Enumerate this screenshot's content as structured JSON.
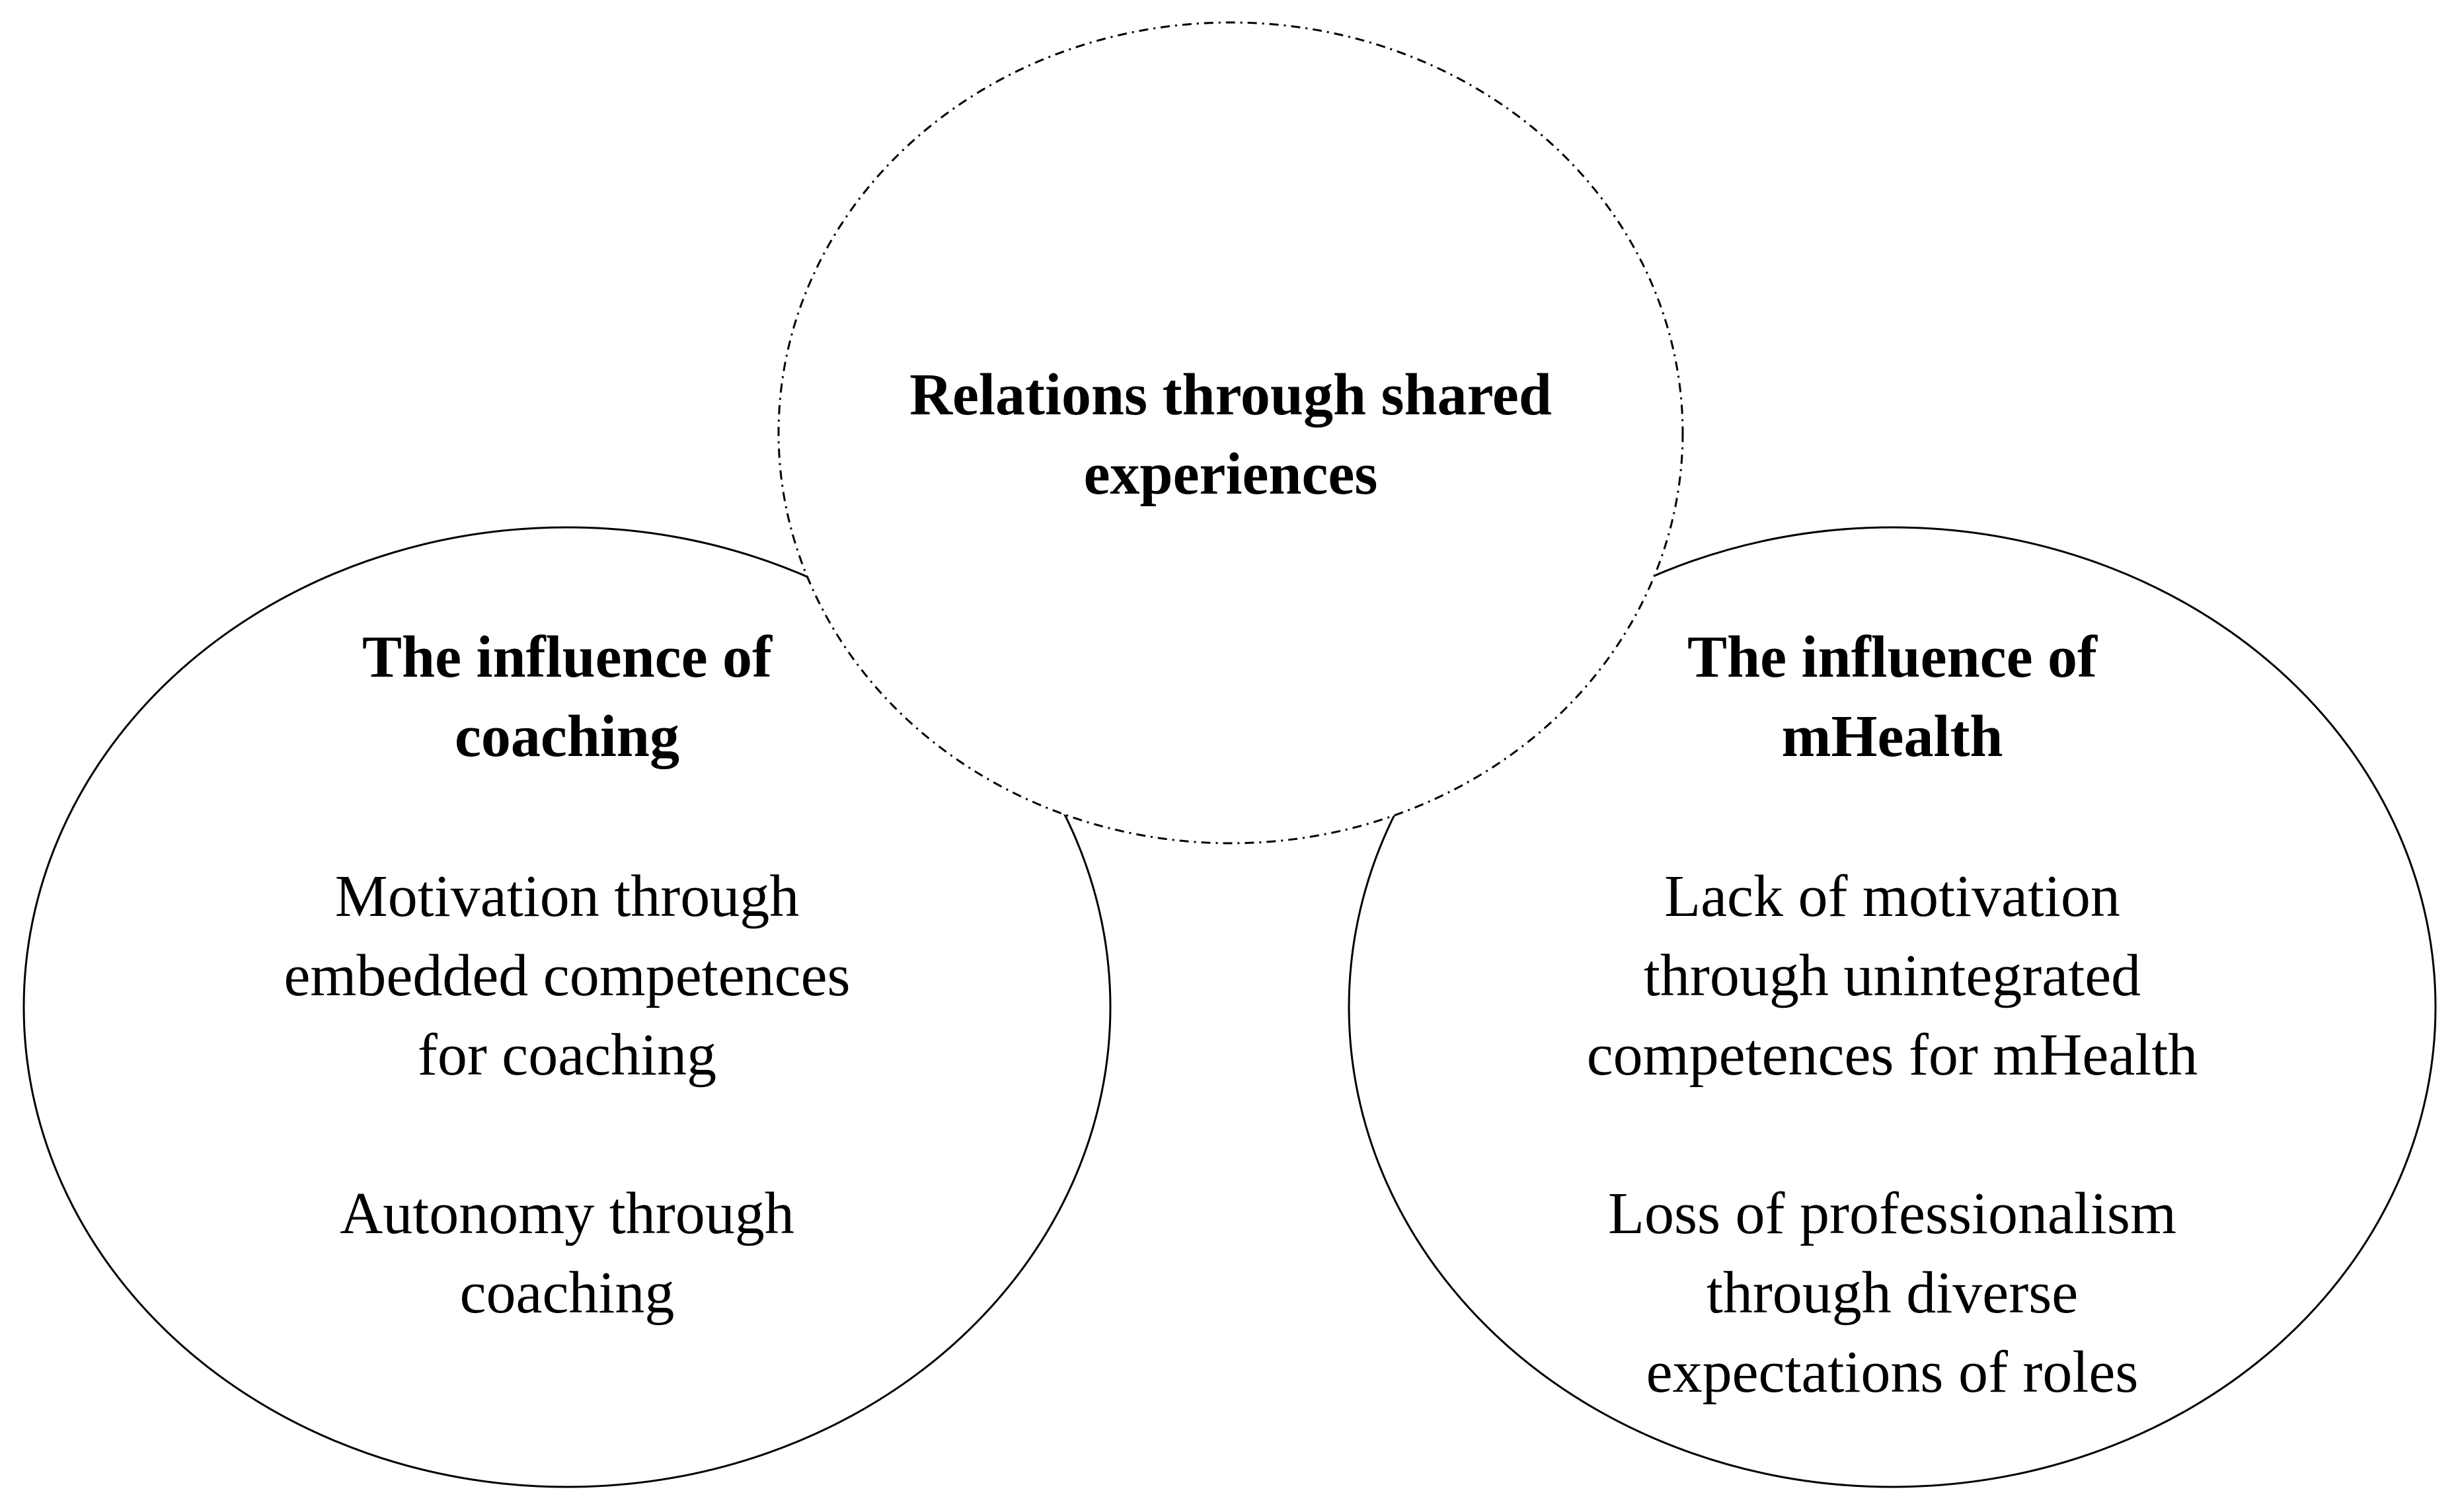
{
  "circles": {
    "top": {
      "title_line1": "Relations through shared",
      "title_line2": "experiences"
    },
    "left": {
      "title_line1": "The influence of",
      "title_line2": "coaching",
      "item1_line1": "Motivation through",
      "item1_line2": "embedded competences",
      "item1_line3": "for coaching",
      "item2_line1": "Autonomy through",
      "item2_line2": "coaching"
    },
    "right": {
      "title_line1": "The influence of",
      "title_line2": "mHealth",
      "item1_line1": "Lack of motivation",
      "item1_line2": "through unintegrated",
      "item1_line3": "competences for mHealth",
      "item2_line1": "Loss of professionalism",
      "item2_line2": "through diverse",
      "item2_line3": "expectations of roles"
    }
  },
  "colors": {
    "stroke": "#000000",
    "fill": "#ffffff",
    "text": "#000000"
  }
}
